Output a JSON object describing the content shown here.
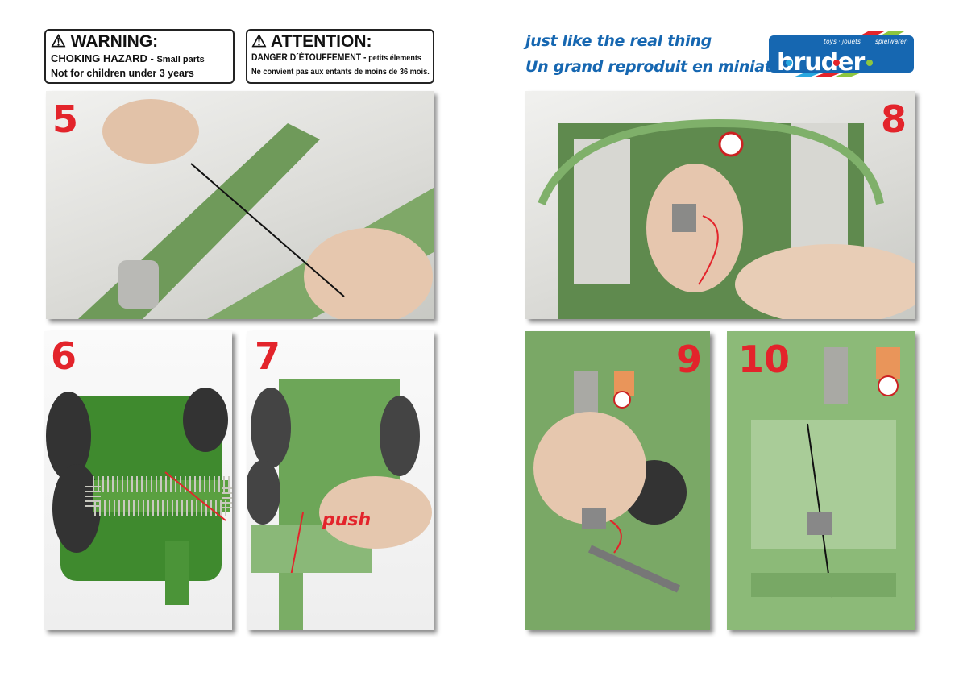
{
  "warning_en": {
    "icon": "warning-triangle-icon",
    "title": "WARNING:",
    "line1_bold": "CHOKING HAZARD -",
    "line1_small": "Small parts",
    "line2": "Not for children under 3 years"
  },
  "warning_fr": {
    "icon": "warning-triangle-icon",
    "title": "ATTENTION:",
    "line1_bold": "DANGER D´ÉTOUFFEMENT -",
    "line1_small": "petits élements",
    "line2": "Ne convient pas aux entants de moins de 36 mois."
  },
  "slogan": {
    "line1": "just like the real thing",
    "line2": "Un grand reproduit en miniature"
  },
  "logo": {
    "brand": "bruder",
    "tagline_left": "toys · jouets",
    "tagline_right": "spielwaren",
    "colors": {
      "blue": "#1667b1",
      "red": "#e3242b",
      "green": "#8dc63f",
      "cyan": "#29a8e0"
    }
  },
  "steps": [
    {
      "number": "5"
    },
    {
      "number": "8"
    },
    {
      "number": "6"
    },
    {
      "number": "7",
      "label": "push"
    },
    {
      "number": "9"
    },
    {
      "number": "10"
    }
  ],
  "accent": "#e3242b"
}
